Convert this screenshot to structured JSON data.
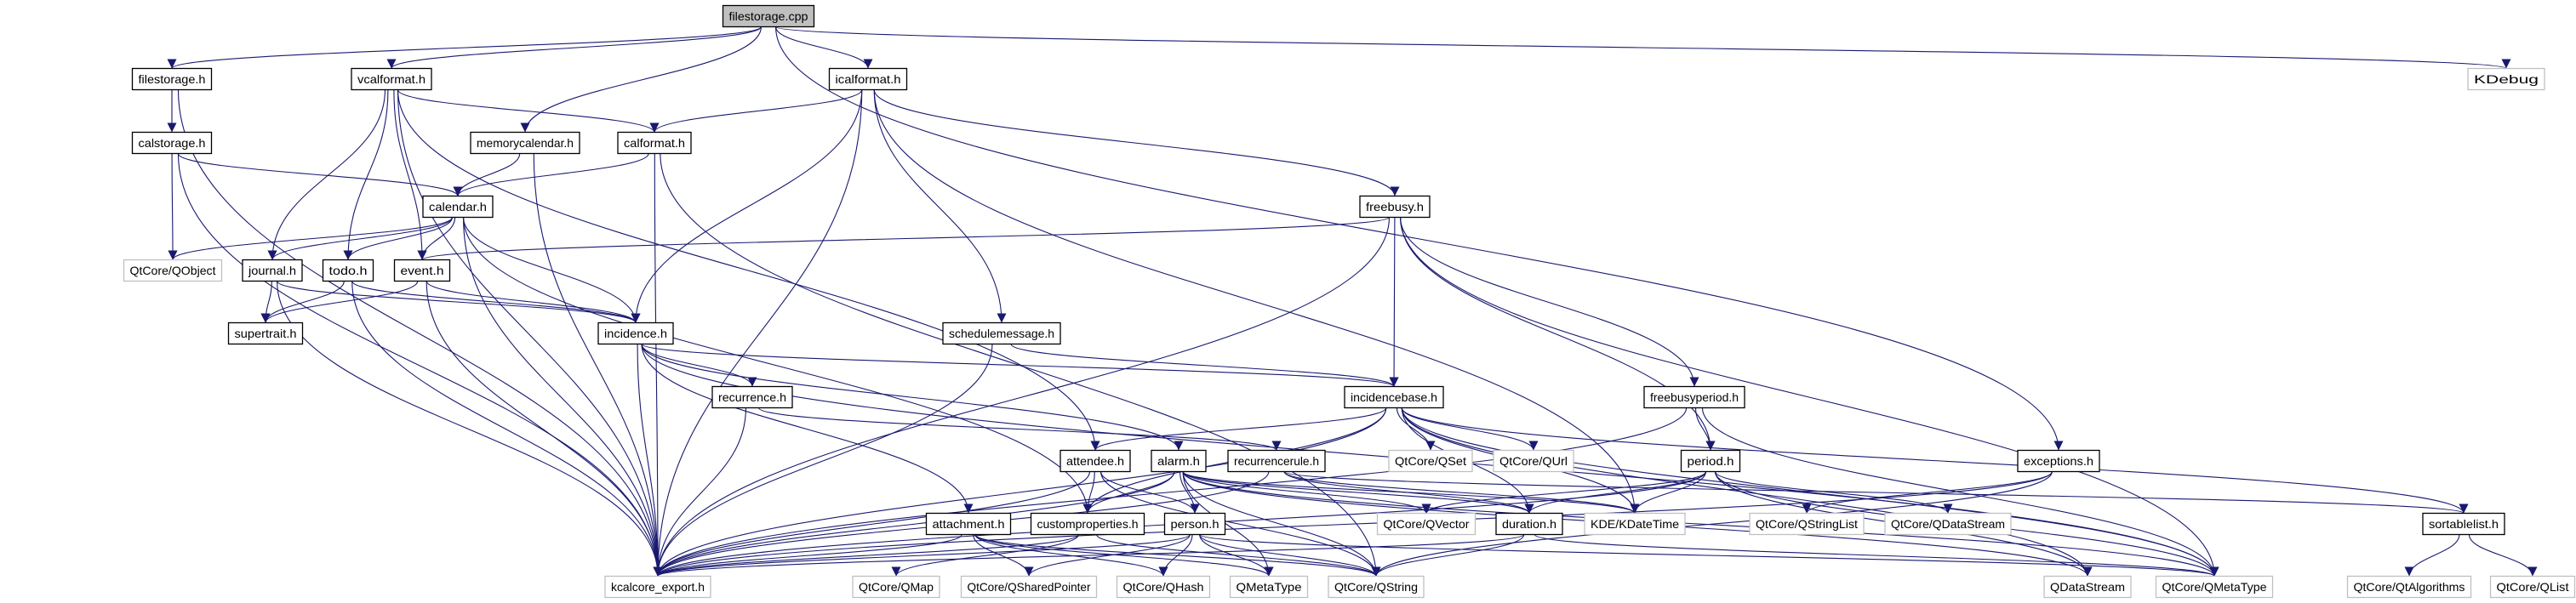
{
  "graph": {
    "colors": {
      "edge": "#191970",
      "main_fill": "#bfbfbf",
      "header_border": "#000000",
      "external_border": "#bfbfbf"
    },
    "nodes": [
      {
        "label": "filestorage.cpp",
        "kind": "main"
      },
      {
        "label": "filestorage.h",
        "kind": "header"
      },
      {
        "label": "vcalformat.h",
        "kind": "header"
      },
      {
        "label": "icalformat.h",
        "kind": "header"
      },
      {
        "label": "KDebug",
        "kind": "external"
      },
      {
        "label": "calstorage.h",
        "kind": "header"
      },
      {
        "label": "memorycalendar.h",
        "kind": "header"
      },
      {
        "label": "calformat.h",
        "kind": "header"
      },
      {
        "label": "calendar.h",
        "kind": "header"
      },
      {
        "label": "freebusy.h",
        "kind": "header"
      },
      {
        "label": "QtCore/QObject",
        "kind": "external"
      },
      {
        "label": "journal.h",
        "kind": "header"
      },
      {
        "label": "todo.h",
        "kind": "header"
      },
      {
        "label": "event.h",
        "kind": "header"
      },
      {
        "label": "supertrait.h",
        "kind": "header"
      },
      {
        "label": "incidence.h",
        "kind": "header"
      },
      {
        "label": "schedulemessage.h",
        "kind": "header"
      },
      {
        "label": "recurrence.h",
        "kind": "header"
      },
      {
        "label": "incidencebase.h",
        "kind": "header"
      },
      {
        "label": "freebusyperiod.h",
        "kind": "header"
      },
      {
        "label": "attendee.h",
        "kind": "header"
      },
      {
        "label": "alarm.h",
        "kind": "header"
      },
      {
        "label": "recurrencerule.h",
        "kind": "header"
      },
      {
        "label": "QtCore/QSet",
        "kind": "external"
      },
      {
        "label": "QtCore/QUrl",
        "kind": "external"
      },
      {
        "label": "period.h",
        "kind": "header"
      },
      {
        "label": "exceptions.h",
        "kind": "header"
      },
      {
        "label": "attachment.h",
        "kind": "header"
      },
      {
        "label": "customproperties.h",
        "kind": "header"
      },
      {
        "label": "person.h",
        "kind": "header"
      },
      {
        "label": "QtCore/QVector",
        "kind": "external"
      },
      {
        "label": "duration.h",
        "kind": "header"
      },
      {
        "label": "KDE/KDateTime",
        "kind": "external"
      },
      {
        "label": "QtCore/QStringList",
        "kind": "external"
      },
      {
        "label": "QtCore/QDataStream",
        "kind": "external"
      },
      {
        "label": "sortablelist.h",
        "kind": "header"
      },
      {
        "label": "kcalcore_export.h",
        "kind": "external"
      },
      {
        "label": "QtCore/QMap",
        "kind": "external"
      },
      {
        "label": "QtCore/QSharedPointer",
        "kind": "external"
      },
      {
        "label": "QtCore/QHash",
        "kind": "external"
      },
      {
        "label": "QMetaType",
        "kind": "external"
      },
      {
        "label": "QtCore/QString",
        "kind": "external"
      },
      {
        "label": "QDataStream",
        "kind": "external"
      },
      {
        "label": "QtCore/QMetaType",
        "kind": "external"
      },
      {
        "label": "QtCore/QtAlgorithms",
        "kind": "external"
      },
      {
        "label": "QtCore/QList",
        "kind": "external"
      }
    ],
    "edges": [
      [
        "filestorage.cpp",
        "filestorage.h"
      ],
      [
        "filestorage.cpp",
        "vcalformat.h"
      ],
      [
        "filestorage.cpp",
        "memorycalendar.h"
      ],
      [
        "filestorage.cpp",
        "icalformat.h"
      ],
      [
        "filestorage.cpp",
        "KDebug"
      ],
      [
        "filestorage.cpp",
        "exceptions.h"
      ],
      [
        "filestorage.h",
        "calstorage.h"
      ],
      [
        "filestorage.h",
        "kcalcore_export.h"
      ],
      [
        "vcalformat.h",
        "kcalcore_export.h"
      ],
      [
        "vcalformat.h",
        "journal.h"
      ],
      [
        "vcalformat.h",
        "todo.h"
      ],
      [
        "vcalformat.h",
        "event.h"
      ],
      [
        "vcalformat.h",
        "calformat.h"
      ],
      [
        "vcalformat.h",
        "attendee.h"
      ],
      [
        "icalformat.h",
        "calformat.h"
      ],
      [
        "icalformat.h",
        "incidence.h"
      ],
      [
        "icalformat.h",
        "kcalcore_export.h"
      ],
      [
        "icalformat.h",
        "freebusy.h"
      ],
      [
        "icalformat.h",
        "schedulemessage.h"
      ],
      [
        "icalformat.h",
        "KDE/KDateTime"
      ],
      [
        "calstorage.h",
        "QtCore/QObject"
      ],
      [
        "calstorage.h",
        "calendar.h"
      ],
      [
        "calstorage.h",
        "kcalcore_export.h"
      ],
      [
        "memorycalendar.h",
        "calendar.h"
      ],
      [
        "memorycalendar.h",
        "kcalcore_export.h"
      ],
      [
        "calformat.h",
        "calendar.h"
      ],
      [
        "calformat.h",
        "kcalcore_export.h"
      ],
      [
        "calformat.h",
        "QtCore/QString"
      ],
      [
        "calendar.h",
        "QtCore/QObject"
      ],
      [
        "calendar.h",
        "journal.h"
      ],
      [
        "calendar.h",
        "todo.h"
      ],
      [
        "calendar.h",
        "event.h"
      ],
      [
        "calendar.h",
        "incidence.h"
      ],
      [
        "calendar.h",
        "kcalcore_export.h"
      ],
      [
        "calendar.h",
        "customproperties.h"
      ],
      [
        "journal.h",
        "supertrait.h"
      ],
      [
        "journal.h",
        "incidence.h"
      ],
      [
        "journal.h",
        "kcalcore_export.h"
      ],
      [
        "todo.h",
        "supertrait.h"
      ],
      [
        "todo.h",
        "incidence.h"
      ],
      [
        "todo.h",
        "kcalcore_export.h"
      ],
      [
        "event.h",
        "supertrait.h"
      ],
      [
        "event.h",
        "incidence.h"
      ],
      [
        "event.h",
        "kcalcore_export.h"
      ],
      [
        "freebusy.h",
        "event.h"
      ],
      [
        "freebusy.h",
        "kcalcore_export.h"
      ],
      [
        "freebusy.h",
        "incidencebase.h"
      ],
      [
        "freebusy.h",
        "period.h"
      ],
      [
        "freebusy.h",
        "freebusyperiod.h"
      ],
      [
        "freebusy.h",
        "QtCore/QMetaType"
      ],
      [
        "incidence.h",
        "incidencebase.h"
      ],
      [
        "incidence.h",
        "recurrence.h"
      ],
      [
        "incidence.h",
        "attachment.h"
      ],
      [
        "incidence.h",
        "alarm.h"
      ],
      [
        "incidence.h",
        "kcalcore_export.h"
      ],
      [
        "incidence.h",
        "QtCore/QMetaType"
      ],
      [
        "recurrence.h",
        "recurrencerule.h"
      ],
      [
        "recurrence.h",
        "kcalcore_export.h"
      ],
      [
        "schedulemessage.h",
        "incidencebase.h"
      ],
      [
        "schedulemessage.h",
        "kcalcore_export.h"
      ],
      [
        "incidencebase.h",
        "attendee.h"
      ],
      [
        "incidencebase.h",
        "customproperties.h"
      ],
      [
        "incidencebase.h",
        "QtCore/QSet"
      ],
      [
        "incidencebase.h",
        "QtCore/QUrl"
      ],
      [
        "incidencebase.h",
        "duration.h"
      ],
      [
        "incidencebase.h",
        "KDE/KDateTime"
      ],
      [
        "incidencebase.h",
        "sortablelist.h"
      ],
      [
        "incidencebase.h",
        "QDataStream"
      ],
      [
        "incidencebase.h",
        "QtCore/QMetaType"
      ],
      [
        "incidencebase.h",
        "kcalcore_export.h"
      ],
      [
        "freebusyperiod.h",
        "period.h"
      ],
      [
        "freebusyperiod.h",
        "kcalcore_export.h"
      ],
      [
        "freebusyperiod.h",
        "QtCore/QMetaType"
      ],
      [
        "attendee.h",
        "customproperties.h"
      ],
      [
        "attendee.h",
        "person.h"
      ],
      [
        "attendee.h",
        "kcalcore_export.h"
      ],
      [
        "attendee.h",
        "QtCore/QString"
      ],
      [
        "alarm.h",
        "customproperties.h"
      ],
      [
        "alarm.h",
        "person.h"
      ],
      [
        "alarm.h",
        "duration.h"
      ],
      [
        "alarm.h",
        "KDE/KDateTime"
      ],
      [
        "alarm.h",
        "QtCore/QVector"
      ],
      [
        "alarm.h",
        "QtCore/QString"
      ],
      [
        "alarm.h",
        "QMetaType"
      ],
      [
        "alarm.h",
        "kcalcore_export.h"
      ],
      [
        "alarm.h",
        "QDataStream"
      ],
      [
        "alarm.h",
        "QtCore/QMetaType"
      ],
      [
        "recurrencerule.h",
        "KDE/KDateTime"
      ],
      [
        "recurrencerule.h",
        "duration.h"
      ],
      [
        "recurrencerule.h",
        "kcalcore_export.h"
      ],
      [
        "recurrencerule.h",
        "sortablelist.h"
      ],
      [
        "period.h",
        "duration.h"
      ],
      [
        "period.h",
        "KDE/KDateTime"
      ],
      [
        "period.h",
        "QtCore/QVector"
      ],
      [
        "period.h",
        "kcalcore_export.h"
      ],
      [
        "period.h",
        "QtCore/QDataStream"
      ],
      [
        "period.h",
        "QDataStream"
      ],
      [
        "period.h",
        "QtCore/QMetaType"
      ],
      [
        "attachment.h",
        "kcalcore_export.h"
      ],
      [
        "attachment.h",
        "QtCore/QSharedPointer"
      ],
      [
        "attachment.h",
        "QtCore/QHash"
      ],
      [
        "attachment.h",
        "QMetaType"
      ],
      [
        "attachment.h",
        "QtCore/QString"
      ],
      [
        "customproperties.h",
        "kcalcore_export.h"
      ],
      [
        "customproperties.h",
        "QtCore/QMap"
      ],
      [
        "customproperties.h",
        "QtCore/QString"
      ],
      [
        "person.h",
        "kcalcore_export.h"
      ],
      [
        "person.h",
        "QtCore/QSharedPointer"
      ],
      [
        "person.h",
        "QtCore/QHash"
      ],
      [
        "person.h",
        "QMetaType"
      ],
      [
        "person.h",
        "QtCore/QString"
      ],
      [
        "person.h",
        "QtCore/QMetaType"
      ],
      [
        "duration.h",
        "kcalcore_export.h"
      ],
      [
        "duration.h",
        "QtCore/QString"
      ],
      [
        "duration.h",
        "QtCore/QMetaType"
      ],
      [
        "exceptions.h",
        "QtCore/QStringList"
      ],
      [
        "exceptions.h",
        "kcalcore_export.h"
      ],
      [
        "exceptions.h",
        "QtCore/QString"
      ],
      [
        "sortablelist.h",
        "QtCore/QtAlgorithms"
      ],
      [
        "sortablelist.h",
        "QtCore/QList"
      ]
    ]
  }
}
